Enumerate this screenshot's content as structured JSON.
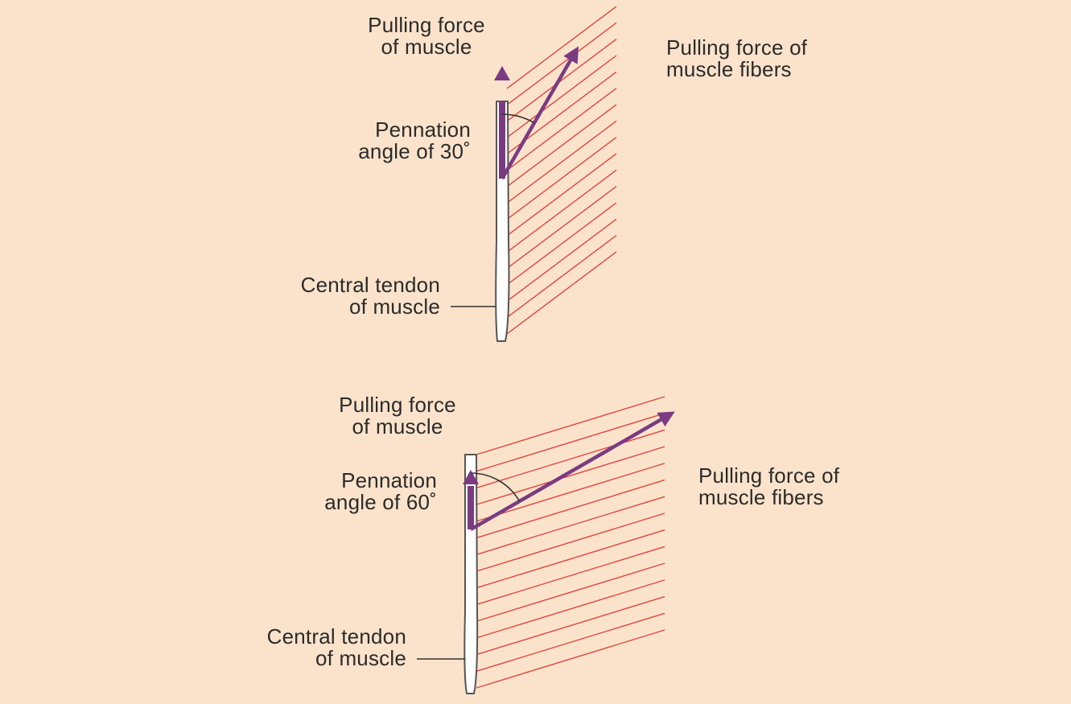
{
  "colors": {
    "background": "#fbe3cb",
    "fiber_lines": "#e0453f",
    "force_arrows": "#7a3b82",
    "tendon_fill": "#ffffff",
    "tendon_outline": "#555555",
    "text": "#2b2b2b"
  },
  "diagrams": [
    {
      "pennation_angle": 30,
      "labels": {
        "muscle_force": [
          "Pulling force",
          "of muscle"
        ],
        "fiber_force": [
          "Pulling force of",
          "muscle fibers"
        ],
        "angle": [
          "Pennation",
          "angle of 30˚"
        ],
        "tendon": [
          "Central tendon",
          "of muscle"
        ]
      }
    },
    {
      "pennation_angle": 60,
      "labels": {
        "muscle_force": [
          "Pulling force",
          "of muscle"
        ],
        "fiber_force": [
          "Pulling force of",
          "muscle fibers"
        ],
        "angle": [
          "Pennation",
          "angle of 60˚"
        ],
        "tendon": [
          "Central tendon",
          "of muscle"
        ]
      }
    }
  ]
}
